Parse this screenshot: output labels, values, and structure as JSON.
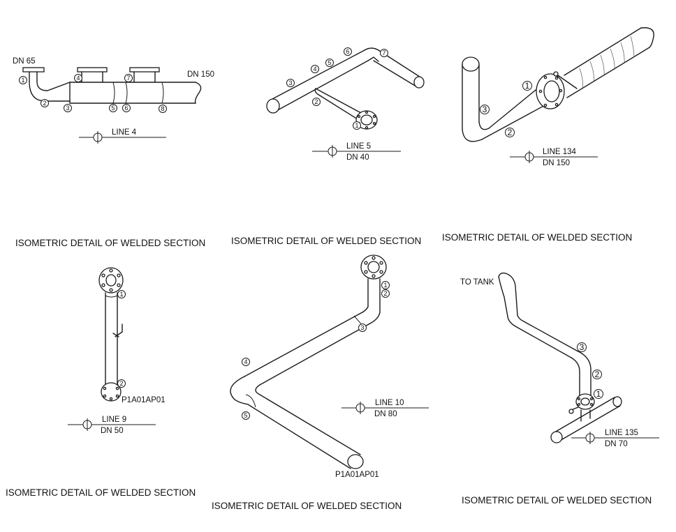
{
  "details": [
    {
      "id": "d1",
      "caption": "ISOMETRIC DETAIL OF WELDED SECTION",
      "line_label": "LINE 4",
      "size_left": "DN 65",
      "size_right": "DN 150",
      "welds": [
        "1",
        "2",
        "3",
        "4",
        "5",
        "6",
        "7",
        "8"
      ]
    },
    {
      "id": "d2",
      "caption": "ISOMETRIC DETAIL OF WELDED SECTION",
      "line_label": "LINE 5",
      "size": "DN 40",
      "welds": [
        "1",
        "2",
        "3",
        "4",
        "5",
        "6",
        "7"
      ]
    },
    {
      "id": "d3",
      "caption": "ISOMETRIC DETAIL OF WELDED SECTION",
      "line_label": "LINE 134",
      "size": "DN 150",
      "welds": [
        "1",
        "2",
        "3"
      ]
    },
    {
      "id": "d4",
      "caption": "ISOMETRIC DETAIL OF WELDED SECTION",
      "line_label": "LINE 9",
      "size": "DN 50",
      "tag": "P1A01AP01",
      "welds": [
        "1",
        "2"
      ]
    },
    {
      "id": "d5",
      "caption": "ISOMETRIC DETAIL OF WELDED SECTION",
      "line_label": "LINE 10",
      "size": "DN 80",
      "tag": "P1A01AP01",
      "welds": [
        "1",
        "2",
        "3",
        "4",
        "5"
      ]
    },
    {
      "id": "d6",
      "caption": "ISOMETRIC DETAIL OF WELDED SECTION",
      "line_label": "LINE 135",
      "size": "DN 70",
      "note": "TO TANK",
      "welds": [
        "1",
        "2",
        "3"
      ]
    }
  ]
}
